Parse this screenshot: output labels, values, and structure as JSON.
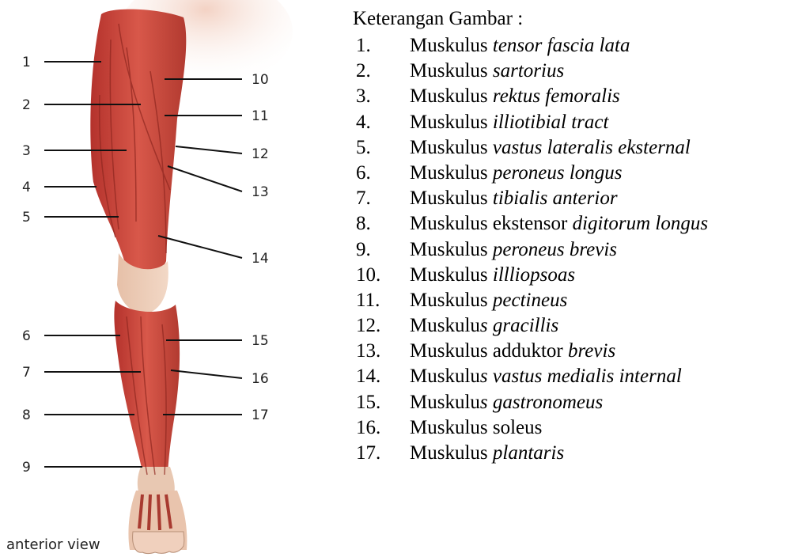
{
  "figure": {
    "view_label": "anterior view",
    "left_labels": [
      "1",
      "2",
      "3",
      "4",
      "5",
      "6",
      "7",
      "8",
      "9"
    ],
    "right_labels": [
      "10",
      "11",
      "12",
      "13",
      "14",
      "15",
      "16",
      "17"
    ]
  },
  "legend": {
    "title": "Keterangan Gambar :",
    "items": [
      {
        "num": "1.",
        "pre": "Muskulus ",
        "italic": "tensor fascia lata",
        "post": ""
      },
      {
        "num": "2.",
        "pre": "Muskulus ",
        "italic": "sartorius",
        "post": ""
      },
      {
        "num": "3.",
        "pre": "Muskulus ",
        "italic": "rektus femoralis",
        "post": ""
      },
      {
        "num": "4.",
        "pre": "Muskulus ",
        "italic": "illiotibial tract",
        "post": ""
      },
      {
        "num": "5.",
        "pre": "Muskulus ",
        "italic": "vastus lateralis eksternal",
        "post": ""
      },
      {
        "num": "6.",
        "pre": "Muskulus ",
        "italic": "peroneus longus",
        "post": ""
      },
      {
        "num": "7.",
        "pre": "Muskulus ",
        "italic": "tibialis anterior",
        "post": ""
      },
      {
        "num": "8.",
        "pre": "Muskulus ekstensor ",
        "italic": "digitorum longus",
        "post": ""
      },
      {
        "num": "9.",
        "pre": "Muskulus ",
        "italic": "peroneus brevis",
        "post": ""
      },
      {
        "num": "10.",
        "pre": "Muskulus ",
        "italic": "illliopsoas",
        "post": ""
      },
      {
        "num": "11.",
        "pre": "Muskulus ",
        "italic": "pectineus",
        "post": ""
      },
      {
        "num": "12.",
        "pre": "Muskulu",
        "italic": "s gracillis",
        "post": ""
      },
      {
        "num": "13.",
        "pre": "Muskulus adduktor ",
        "italic": "brevis",
        "post": ""
      },
      {
        "num": "14.",
        "pre": "Muskulu",
        "italic": "s vastus medialis internal",
        "post": ""
      },
      {
        "num": "15.",
        "pre": "Muskulu",
        "italic": "s gastronomeus",
        "post": ""
      },
      {
        "num": "16.",
        "pre": "Muskulus soleus",
        "italic": "",
        "post": ""
      },
      {
        "num": "17.",
        "pre": "Muskulus ",
        "italic": "plantaris",
        "post": ""
      }
    ]
  }
}
